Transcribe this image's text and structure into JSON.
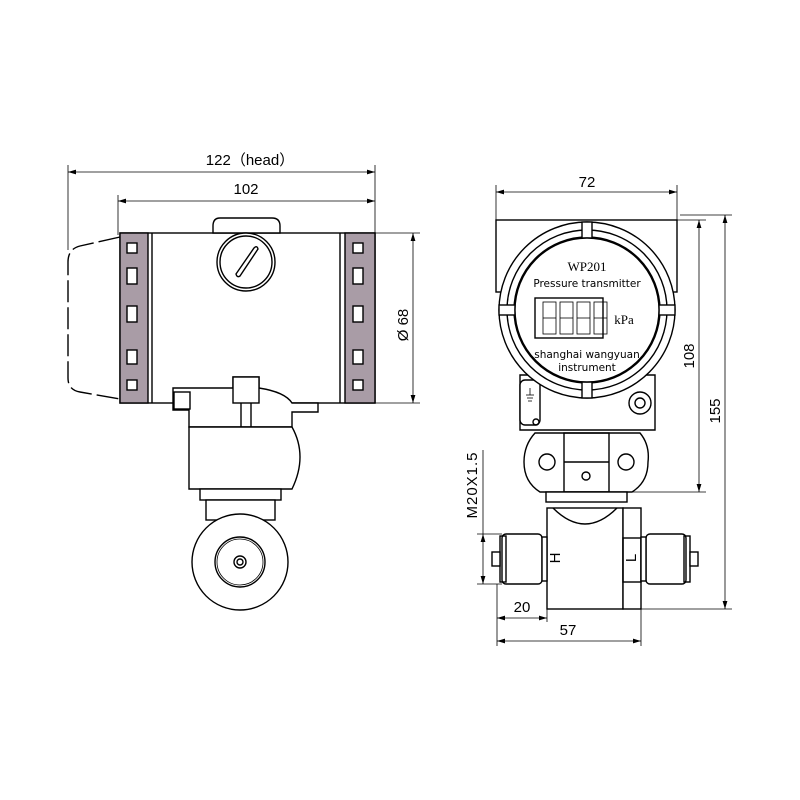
{
  "dimensions": {
    "head_width": "122（head）",
    "body_width": "102",
    "diameter": "Ø 68",
    "front_width": "72",
    "height_head": "108",
    "height_total": "155",
    "thread": "M20X1.5",
    "fitting_length": "20",
    "bottom_width": "57"
  },
  "display": {
    "model": "WP201",
    "product": "Pressure transmitter",
    "unit": "kPa",
    "maker_line1": "shanghai wangyuan",
    "maker_line2": "instrument"
  },
  "ports": {
    "high": "H",
    "low": "L"
  },
  "colors": {
    "band": "#a99ca6"
  }
}
